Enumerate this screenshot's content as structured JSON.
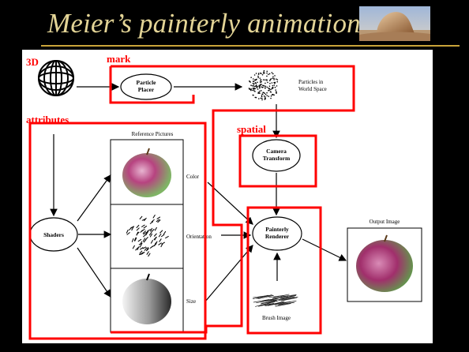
{
  "slide": {
    "title": "Meier’s painterly animation"
  },
  "diagram": {
    "nodes": {
      "particle_placer": [
        "Particle",
        "Placer"
      ],
      "camera_transform": [
        "Camera",
        "Transform"
      ],
      "shaders": "Shaders",
      "painterly_renderer": [
        "Painterly",
        "Renderer"
      ]
    },
    "labels": {
      "particles_world": [
        "Particles in",
        "World Space"
      ],
      "reference_pictures": "Reference Pictures",
      "color": "Color",
      "orientation": "Orientation",
      "size": "Size",
      "output_image": "Output Image",
      "brush_image": "Brush Image"
    },
    "annotations": {
      "three_d": "3D",
      "mark": "mark",
      "attributes": "attributes",
      "spatial": "spatial"
    },
    "colors": {
      "highlight": "#ff0000",
      "title": "#e3d496",
      "rule": "#c9a43a"
    }
  }
}
